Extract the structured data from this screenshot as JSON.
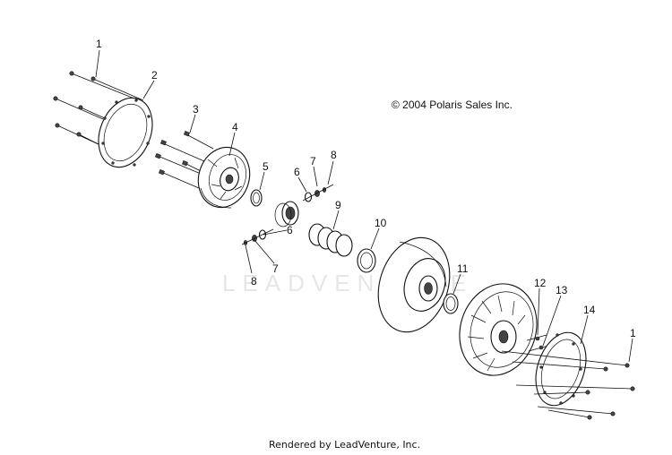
{
  "copyright": "© 2004 Polaris Sales Inc.",
  "watermark": "LEADVENTURE",
  "footer": "Rendered by LeadVenture, Inc.",
  "callouts": {
    "c1a": "1",
    "c2": "2",
    "c3": "3",
    "c4": "4",
    "c5": "5",
    "c6a": "6",
    "c7a": "7",
    "c8a": "8",
    "c9": "9",
    "c10": "10",
    "c6b": "6",
    "c7b": "7",
    "c8b": "8",
    "c11": "11",
    "c12": "12",
    "c13": "13",
    "c14": "14",
    "c1b": "1"
  }
}
